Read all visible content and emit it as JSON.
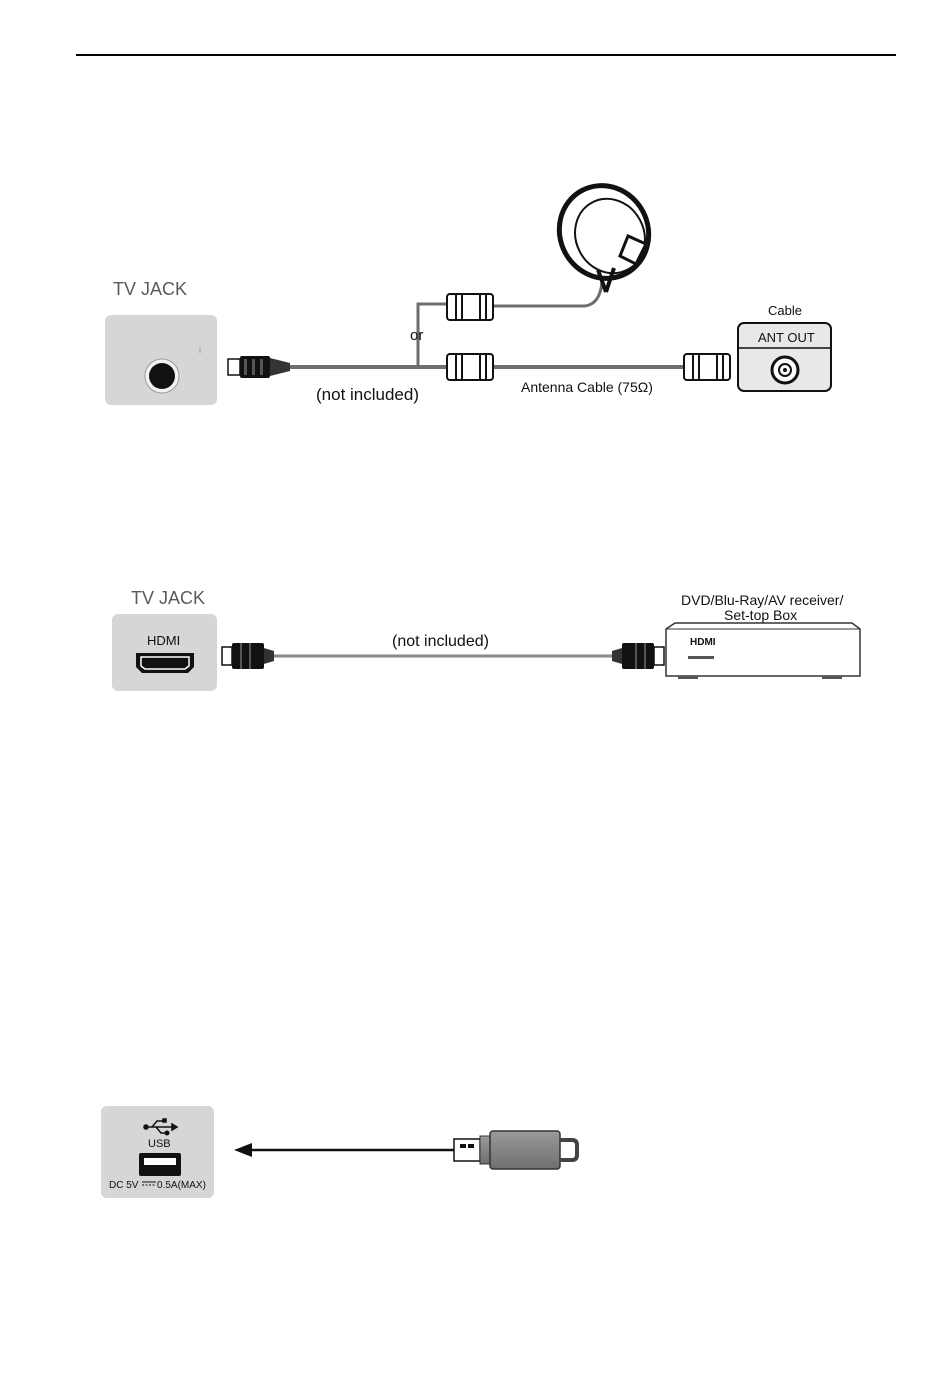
{
  "antenna_diagram": {
    "tv_jack_label": "TV JACK",
    "or_label": "or",
    "not_included_label": "(not included)",
    "cable_label": "Cable",
    "ant_out_label": "ANT OUT",
    "antenna_cable_label": "Antenna Cable (75Ω)"
  },
  "hdmi_diagram": {
    "tv_jack_label": "TV JACK",
    "hdmi_port_label": "HDMI",
    "not_included_label": "(not included)",
    "device_label_line1": "DVD/Blu-Ray/AV receiver/",
    "device_label_line2": "Set-top Box",
    "device_hdmi_label": "HDMI"
  },
  "usb_diagram": {
    "usb_label": "USB",
    "power_rating_left": "DC 5V",
    "power_rating_right": "0.5A(MAX)"
  }
}
